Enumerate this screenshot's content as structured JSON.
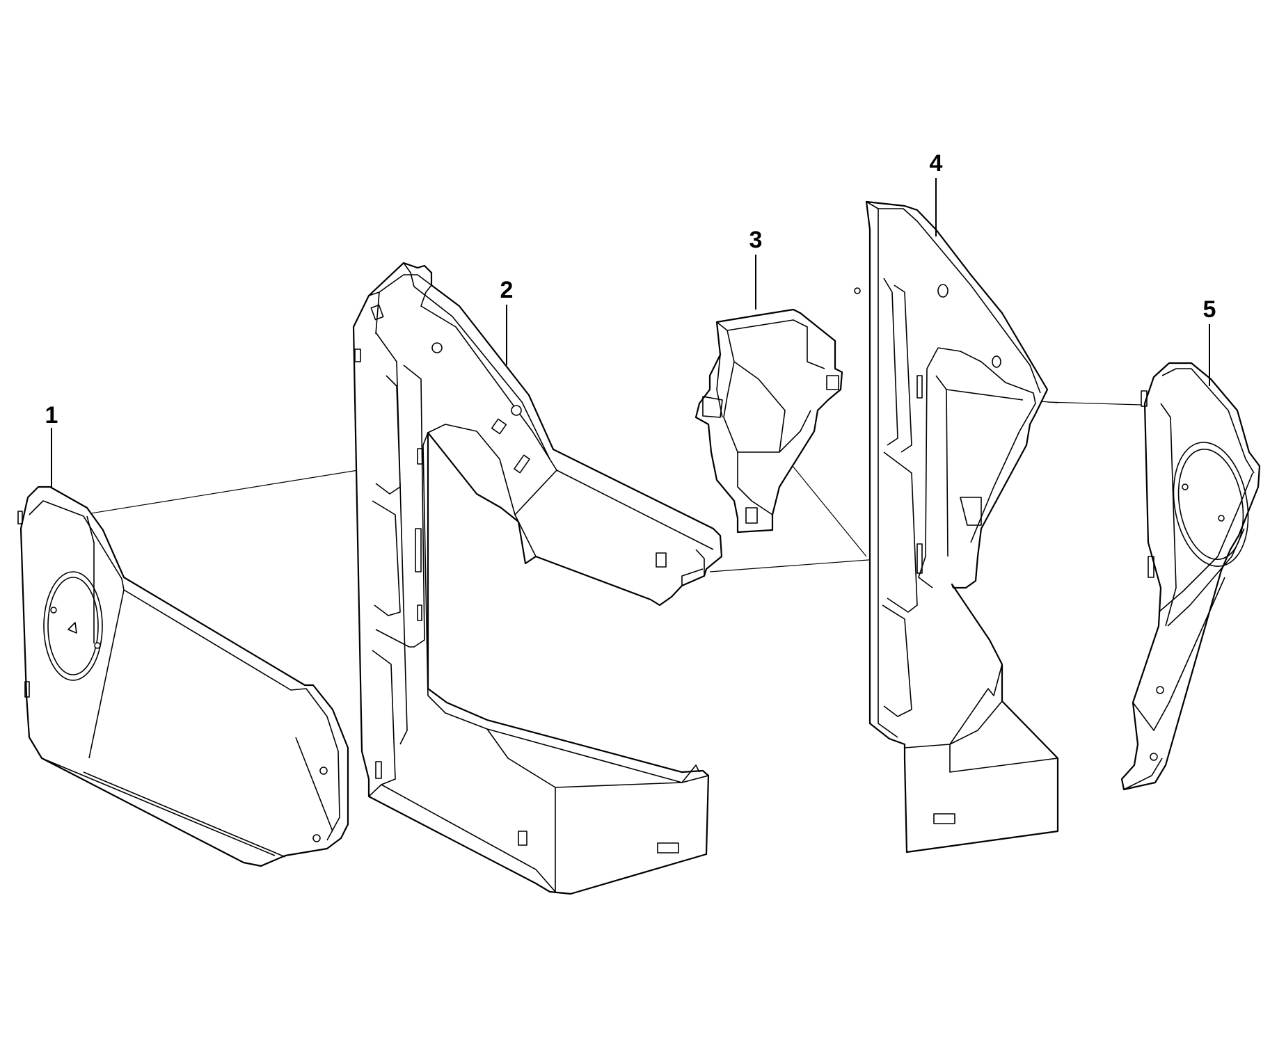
{
  "diagram": {
    "type": "exploded-parts-view",
    "parts": [
      {
        "id": "part-1",
        "callout": "1"
      },
      {
        "id": "part-2",
        "callout": "2"
      },
      {
        "id": "part-3",
        "callout": "3"
      },
      {
        "id": "part-4",
        "callout": "4"
      },
      {
        "id": "part-5",
        "callout": "5"
      }
    ],
    "colors": {
      "line": "#000000",
      "background": "#ffffff"
    }
  }
}
